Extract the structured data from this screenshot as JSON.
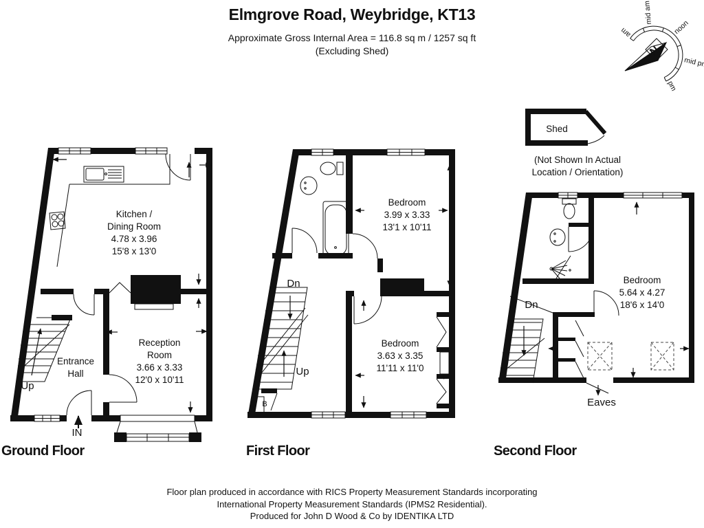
{
  "header": {
    "title": "Elmgrove Road, Weybridge, KT13",
    "subtitle1": "Approximate Gross Internal Area = 116.8 sq m / 1257 sq ft",
    "subtitle2": "(Excluding Shed)"
  },
  "compass": {
    "north": "N",
    "am": "am",
    "mid_am": "mid am",
    "noon": "noon",
    "mid_pm": "mid pm",
    "pm": "pm"
  },
  "shed": {
    "label": "Shed",
    "note_line1": "(Not Shown In Actual",
    "note_line2": "Location / Orientation)"
  },
  "floors": {
    "ground": {
      "label": "Ground Floor",
      "kitchen": {
        "name1": "Kitchen /",
        "name2": "Dining Room",
        "metric": "4.78 x 3.96",
        "imperial": "15'8 x 13'0"
      },
      "entrance": {
        "name1": "Entrance",
        "name2": "Hall"
      },
      "reception": {
        "name1": "Reception",
        "name2": "Room",
        "metric": "3.66 x 3.33",
        "imperial": "12'0 x 10'11"
      },
      "up": "Up",
      "in": "IN"
    },
    "first": {
      "label": "First Floor",
      "bedroom1": {
        "name": "Bedroom",
        "metric": "3.99 x 3.33",
        "imperial": "13'1 x 10'11"
      },
      "bedroom2": {
        "name": "Bedroom",
        "metric": "3.63 x 3.35",
        "imperial": "11'11 x 11'0"
      },
      "dn": "Dn",
      "up": "Up",
      "boiler": "B"
    },
    "second": {
      "label": "Second Floor",
      "bedroom": {
        "name": "Bedroom",
        "metric": "5.64 x 4.27",
        "imperial": "18'6 x 14'0"
      },
      "dn": "Dn",
      "eaves": "Eaves"
    }
  },
  "footer": {
    "line1": "Floor plan produced in accordance with RICS Property Measurement Standards incorporating",
    "line2": "International Property Measurement Standards (IPMS2 Residential).",
    "line3": "Produced for John D Wood & Co by IDENTIKA LTD"
  },
  "colors": {
    "ink": "#111111",
    "background": "#ffffff"
  }
}
